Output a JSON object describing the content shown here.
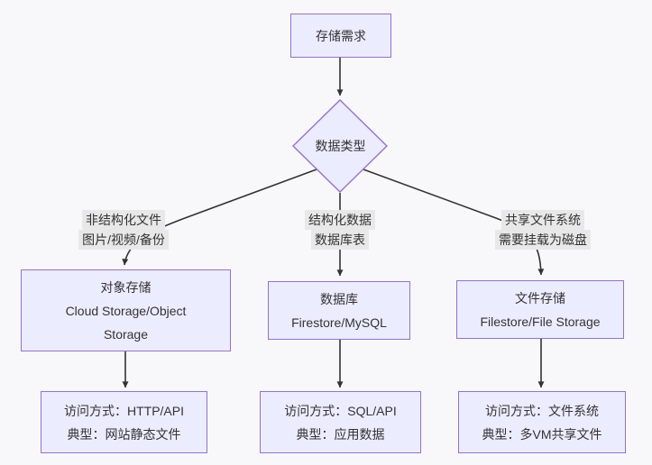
{
  "diagram": {
    "background": "#f8f8fa",
    "node_fill": "#ececff",
    "node_border": "#9370db",
    "edge_label_bg": "#e8e8e8",
    "line_color": "#333333",
    "text_color": "#333333",
    "nodes": {
      "start": {
        "label": "存储需求"
      },
      "decision": {
        "label": "数据类型"
      },
      "object_storage": {
        "title": "对象存储",
        "subtitle": "Cloud Storage/Object Storage"
      },
      "database": {
        "title": "数据库",
        "subtitle": "Firestore/MySQL"
      },
      "file_storage": {
        "title": "文件存储",
        "subtitle": "Filestore/File Storage"
      },
      "object_access": {
        "line1": "访问方式：HTTP/API",
        "line2": "典型：网站静态文件"
      },
      "database_access": {
        "line1": "访问方式：SQL/API",
        "line2": "典型：应用数据"
      },
      "file_access": {
        "line1": "访问方式：文件系统",
        "line2": "典型：多VM共享文件"
      }
    },
    "edge_labels": {
      "unstructured": {
        "line1": "非结构化文件",
        "line2": "图片/视频/备份"
      },
      "structured": {
        "line1": "结构化数据",
        "line2": "数据库表"
      },
      "shared": {
        "line1": "共享文件系统",
        "line2": "需要挂载为磁盘"
      }
    }
  }
}
